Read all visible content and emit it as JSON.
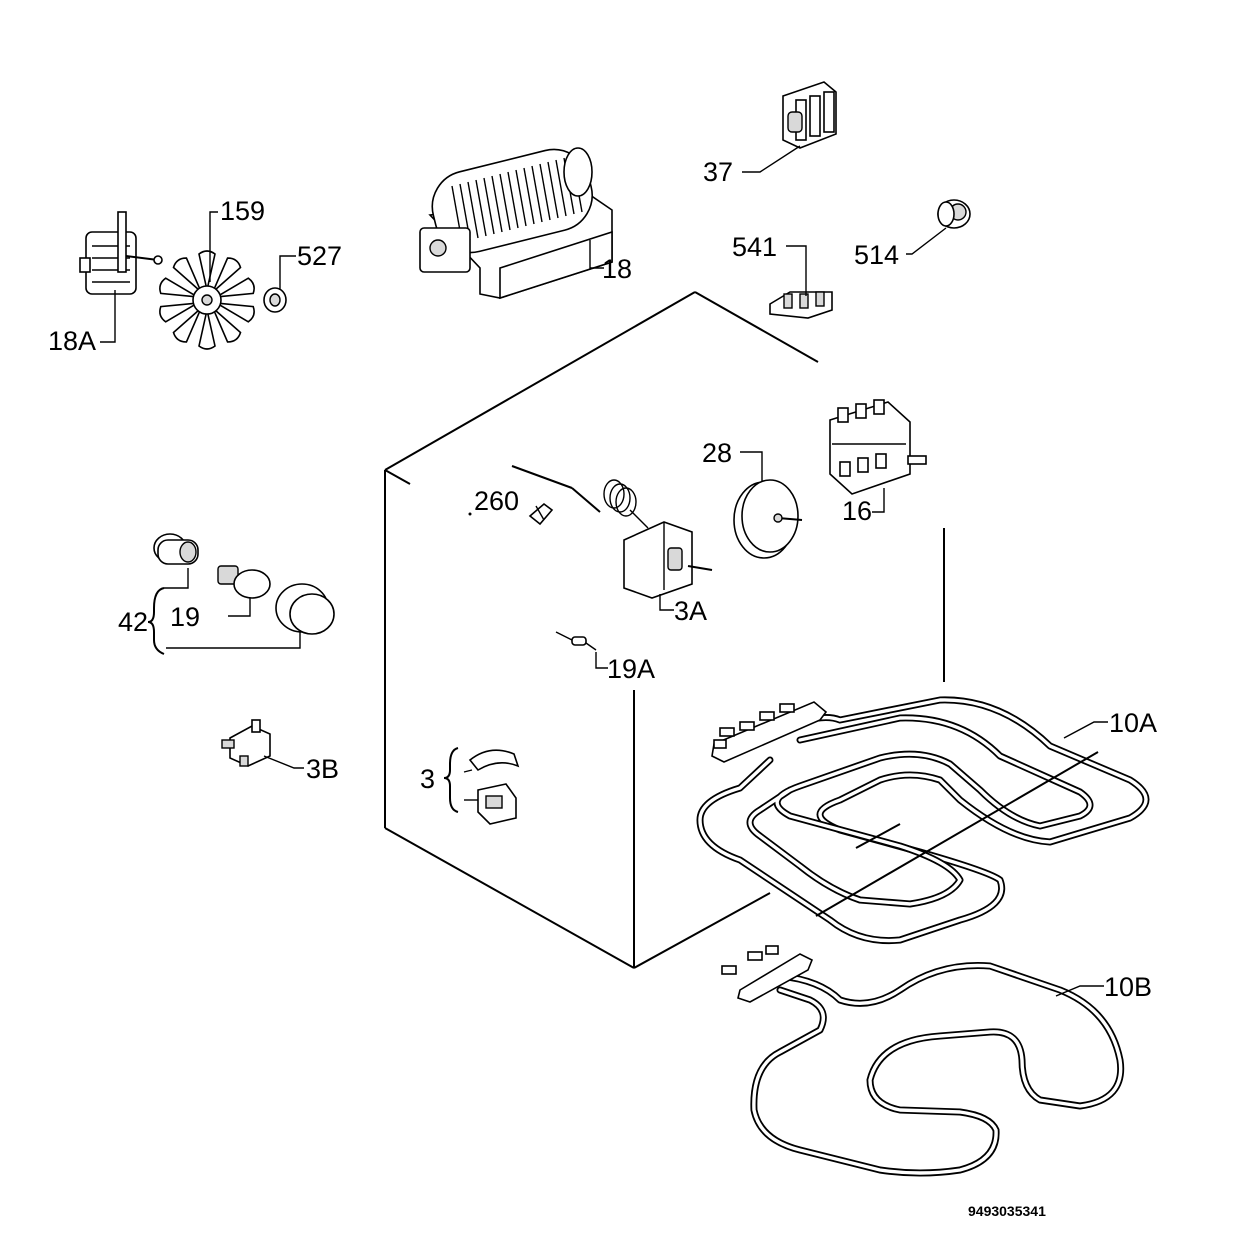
{
  "diagram": {
    "reference_number": "9493035341",
    "labels": {
      "motor": "18A",
      "fan_blade": "159",
      "nut": "527",
      "fan_housing": "18",
      "switch_block": "37",
      "terminal_block": "541",
      "grommet": "514",
      "thermostat_probe_clip": "260",
      "timer": "28",
      "selector_switch": "16",
      "lamp_assembly": "42",
      "lamp_bulb": "19",
      "thermostat": "3A",
      "thermal_fuse": "19A",
      "clamp_group": "3",
      "connector": "3B",
      "top_heating_element": "10A",
      "bottom_heating_element": "10B"
    }
  }
}
